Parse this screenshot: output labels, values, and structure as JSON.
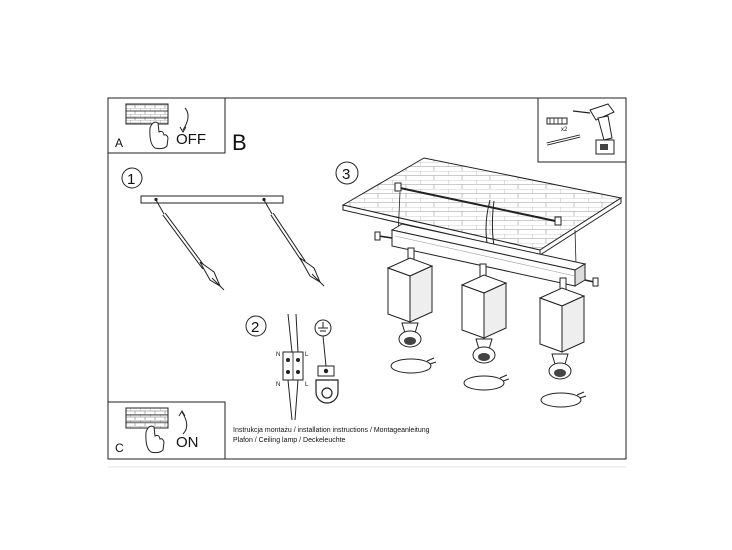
{
  "step_a": {
    "letter": "A",
    "state": "OFF"
  },
  "step_b": {
    "letter": "B"
  },
  "step_c": {
    "letter": "C",
    "state": "ON"
  },
  "steps": {
    "one": "1",
    "two": "2",
    "three": "3"
  },
  "tools": {
    "count": "x2"
  },
  "wiring": {
    "n_top": "N",
    "l_top": "L",
    "n_bottom": "N",
    "l_bottom": "L"
  },
  "caption": {
    "line1": "Instrukcja montażu / installation instructions / Montageanleitung",
    "line2": "Plafon / Ceiling lamp / Deckeleuchte"
  }
}
